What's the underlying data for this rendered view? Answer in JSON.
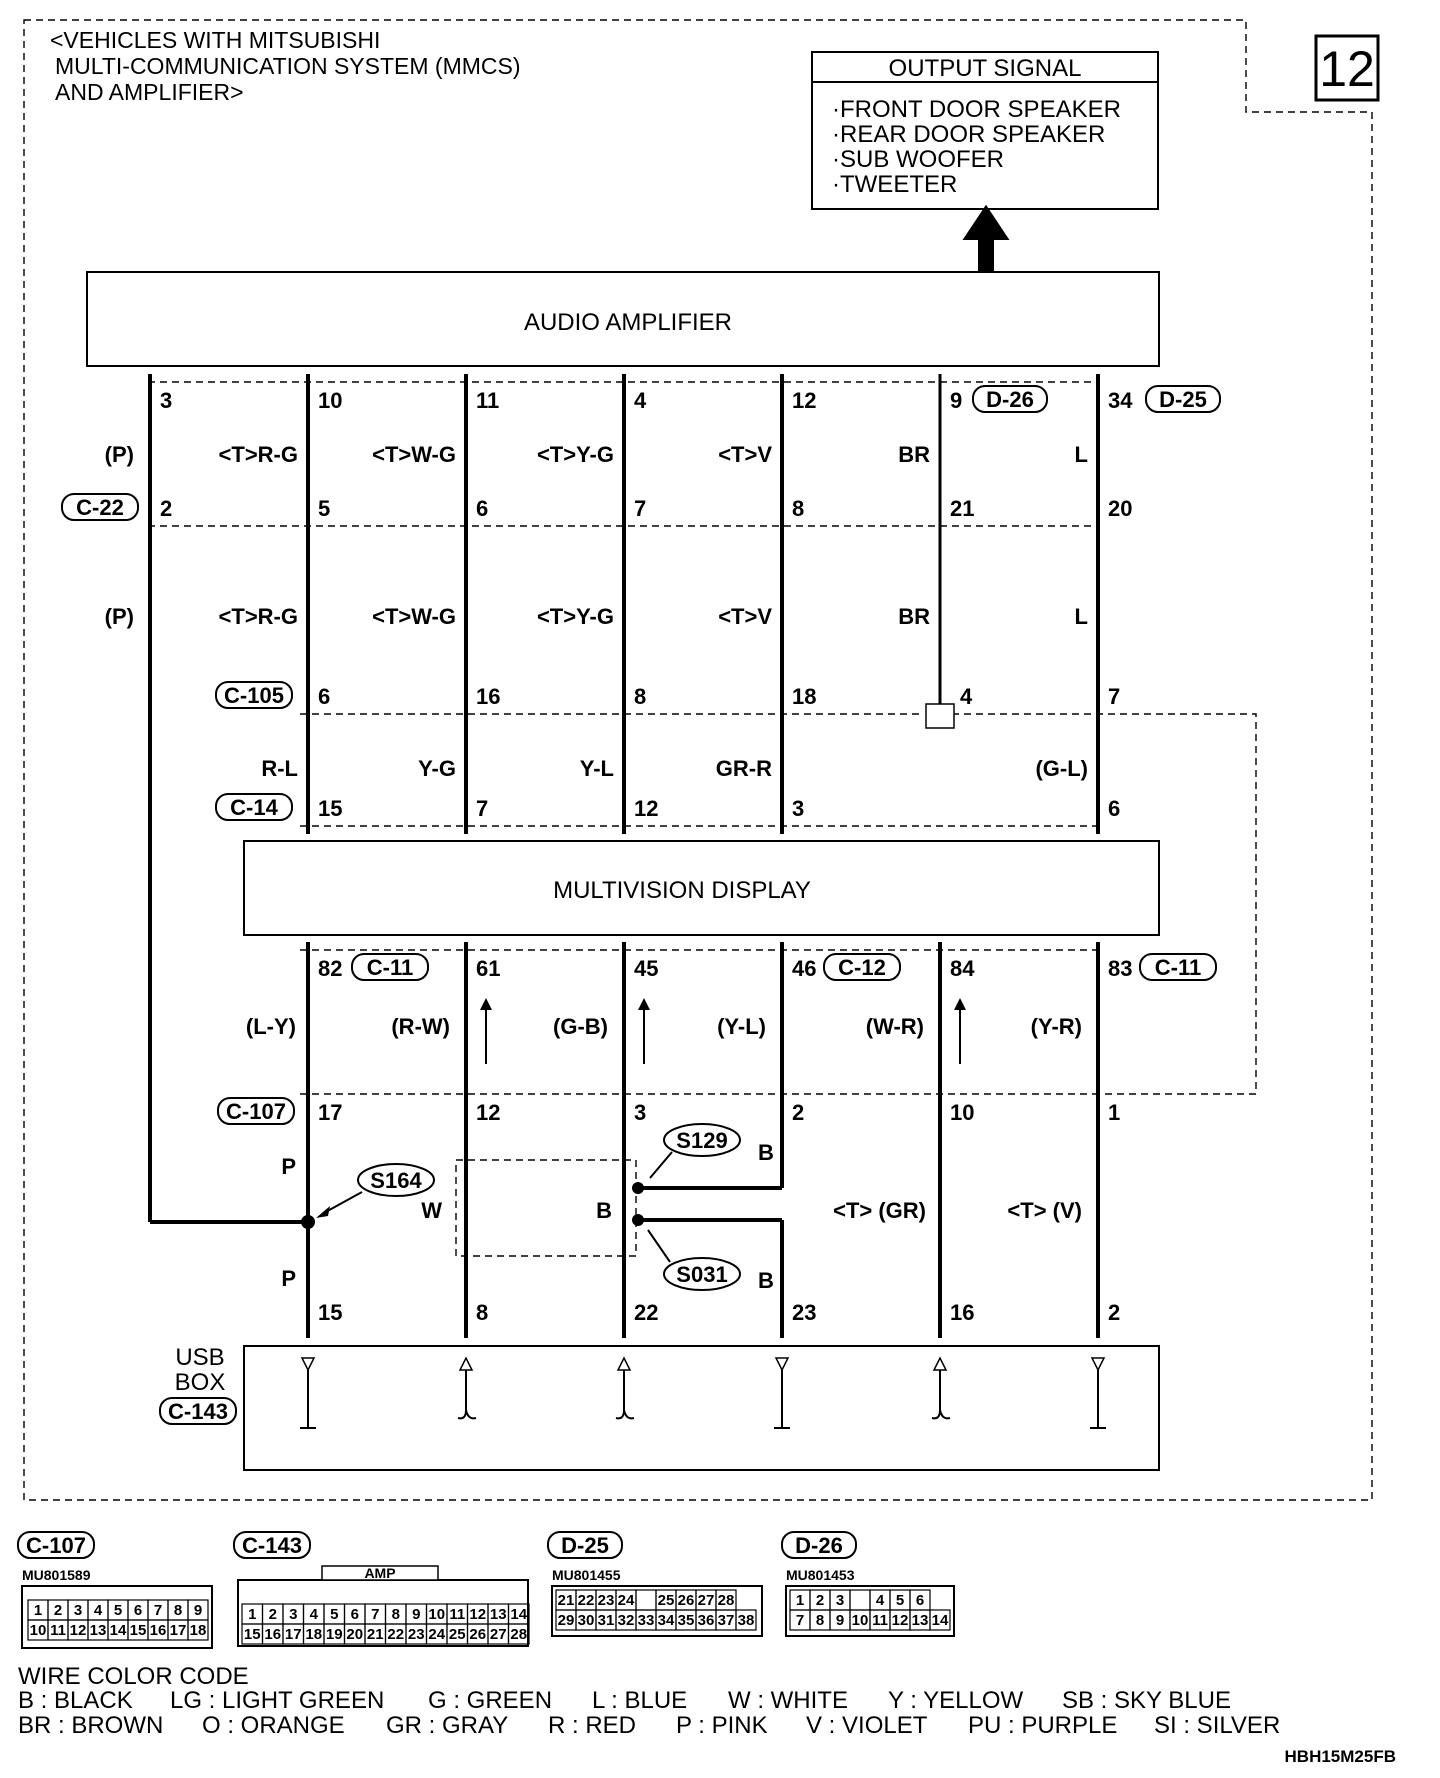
{
  "page_number": "12",
  "variant_note": [
    "<VEHICLES WITH MITSUBISHI",
    "MULTI-COMMUNICATION SYSTEM (MMCS)",
    "AND AMPLIFIER>"
  ],
  "output_signal": {
    "title": "OUTPUT SIGNAL",
    "items": [
      "·FRONT DOOR SPEAKER",
      "·REAR DOOR SPEAKER",
      "·SUB WOOFER",
      "·TWEETER"
    ]
  },
  "components": {
    "amplifier": "AUDIO AMPLIFIER",
    "display": "MULTIVISION DISPLAY",
    "usb_box": [
      "USB",
      "BOX"
    ],
    "usb_box_connector": "C-143"
  },
  "connectors_top": {
    "d26": "D-26",
    "d25": "D-25",
    "c22": "C-22",
    "c105": "C-105",
    "c14": "C-14"
  },
  "connectors_bottom": {
    "c11a": "C-11",
    "c12": "C-12",
    "c11b": "C-11",
    "c107": "C-107"
  },
  "upper_columns": [
    {
      "amp_pin": "3",
      "color1": "(P)",
      "c22_pin": "2",
      "color2": "(P)",
      "c105_pin": "",
      "color3": "",
      "c14_pin": ""
    },
    {
      "amp_pin": "10",
      "color1": "<T>R-G",
      "c22_pin": "5",
      "color2": "<T>R-G",
      "c105_pin": "6",
      "color3": "R-L",
      "c14_pin": "15"
    },
    {
      "amp_pin": "11",
      "color1": "<T>W-G",
      "c22_pin": "6",
      "color2": "<T>W-G",
      "c105_pin": "16",
      "color3": "Y-G",
      "c14_pin": "7"
    },
    {
      "amp_pin": "4",
      "color1": "<T>Y-G",
      "c22_pin": "7",
      "color2": "<T>Y-G",
      "c105_pin": "8",
      "color3": "Y-L",
      "c14_pin": "12"
    },
    {
      "amp_pin": "12",
      "color1": "<T>V",
      "c22_pin": "8",
      "color2": "<T>V",
      "c105_pin": "18",
      "color3": "GR-R",
      "c14_pin": "3"
    },
    {
      "amp_pin": "9",
      "color1": "BR",
      "c22_pin": "21",
      "color2": "BR",
      "c105_pin": "4",
      "color3": "",
      "c14_pin": ""
    },
    {
      "amp_pin": "34",
      "color1": "L",
      "c22_pin": "20",
      "color2": "L",
      "c105_pin": "7",
      "color3": "(G-L)",
      "c14_pin": "6"
    }
  ],
  "lower_columns": [
    {
      "disp_pin": "82",
      "color": "(L-Y)",
      "c107_pin": "17",
      "usb_pin": "15"
    },
    {
      "disp_pin": "61",
      "color": "(R-W)",
      "c107_pin": "12",
      "usb_pin": "8"
    },
    {
      "disp_pin": "45",
      "color": "(G-B)",
      "c107_pin": "3",
      "usb_pin": "22"
    },
    {
      "disp_pin": "46",
      "color": "(Y-L)",
      "c107_pin": "2",
      "usb_pin": "23"
    },
    {
      "disp_pin": "84",
      "color": "(W-R)",
      "c107_pin": "10",
      "usb_pin": "16"
    },
    {
      "disp_pin": "83",
      "color": "(Y-R)",
      "c107_pin": "1",
      "usb_pin": "2"
    }
  ],
  "splices": {
    "s164": "S164",
    "s129": "S129",
    "s031": "S031"
  },
  "lower_labels": {
    "p1": "P",
    "p2": "P",
    "w": "W",
    "b_mid": "B",
    "b1": "B",
    "b2": "B",
    "tgr": "<T> (GR)",
    "tv": "<T> (V)"
  },
  "connector_views": [
    {
      "name": "C-107",
      "code": "MU801589",
      "row1": [
        "1",
        "2",
        "3",
        "4",
        "5",
        "6",
        "7",
        "8",
        "9"
      ],
      "row2": [
        "10",
        "11",
        "12",
        "13",
        "14",
        "15",
        "16",
        "17",
        "18"
      ]
    },
    {
      "name": "C-143",
      "code": "",
      "tag": "AMP",
      "row1": [
        "1",
        "2",
        "3",
        "4",
        "5",
        "6",
        "7",
        "8",
        "9",
        "10",
        "11",
        "12",
        "13",
        "14"
      ],
      "row2": [
        "15",
        "16",
        "17",
        "18",
        "19",
        "20",
        "21",
        "22",
        "23",
        "24",
        "25",
        "26",
        "27",
        "28"
      ]
    },
    {
      "name": "D-25",
      "code": "MU801455",
      "row1": [
        "21",
        "22",
        "23",
        "24",
        "",
        "25",
        "26",
        "27",
        "28"
      ],
      "row2": [
        "29",
        "30",
        "31",
        "32",
        "33",
        "34",
        "35",
        "36",
        "37",
        "38"
      ]
    },
    {
      "name": "D-26",
      "code": "MU801453",
      "row1": [
        "1",
        "2",
        "3",
        "",
        "4",
        "5",
        "6"
      ],
      "row2": [
        "7",
        "8",
        "9",
        "10",
        "11",
        "12",
        "13",
        "14"
      ]
    }
  ],
  "wire_color_code": {
    "title": "WIRE COLOR CODE",
    "row1": [
      "B : BLACK",
      "LG : LIGHT GREEN",
      "G : GREEN",
      "L : BLUE",
      "W : WHITE",
      "Y : YELLOW",
      "SB : SKY BLUE"
    ],
    "row2": [
      "BR : BROWN",
      "O : ORANGE",
      "GR : GRAY",
      "R : RED",
      "P : PINK",
      "V : VIOLET",
      "PU : PURPLE",
      "SI : SILVER"
    ]
  },
  "figure_code": "HBH15M25FB"
}
